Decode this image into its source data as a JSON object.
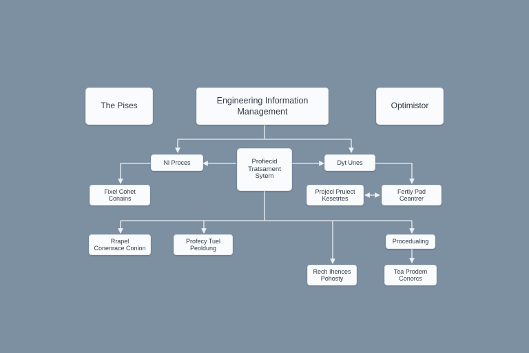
{
  "nodes": {
    "the_pises": "The Pises",
    "engineering": [
      "Engineering Information",
      "Management"
    ],
    "optimistor": "Optimistor",
    "nl_proces": "Nl Proces",
    "central": [
      "Profiecid",
      "Tratsament",
      "Sytem"
    ],
    "dyt_unes": "Dyt Unes",
    "fixel_cohet": [
      "Fixel Cohet",
      "Conains"
    ],
    "project_pruiect": [
      "Projecl Pruiect",
      "Kesetrtes"
    ],
    "fertly_pad": [
      "Fertly Pad",
      "Ceantrer"
    ],
    "rrapel": [
      "Rrapel",
      "Conenrace Conion"
    ],
    "profecy_tool": [
      "Profecy Tuel",
      "Peoldung"
    ],
    "procedualing": "Procedualing",
    "rech_hences": [
      "Rech Ihences",
      "Pohosty"
    ],
    "tea_prodem": [
      "Tea Prodem",
      "Conorcs"
    ]
  },
  "colors": {
    "background": "#7d90a1",
    "node_fill": "#fafbfc",
    "connector": "#eef1f4"
  }
}
